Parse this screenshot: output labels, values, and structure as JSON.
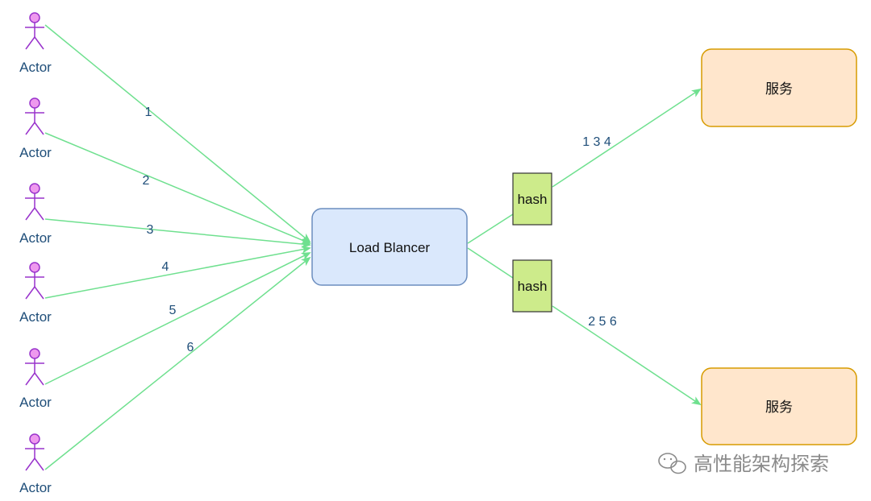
{
  "colors": {
    "edge": "#6fe08f",
    "actor_stroke": "#9933cc",
    "actor_head": "#ee99ee",
    "actor_text": "#1f4e79",
    "lb_fill": "#dae8fc",
    "lb_stroke": "#6c8ebf",
    "hash_fill": "#cdeb8b",
    "service_fill": "#ffe6cc",
    "service_stroke": "#d79b00"
  },
  "actors": [
    {
      "label": "Actor",
      "edge_label": "1"
    },
    {
      "label": "Actor",
      "edge_label": "2"
    },
    {
      "label": "Actor",
      "edge_label": "3"
    },
    {
      "label": "Actor",
      "edge_label": "4"
    },
    {
      "label": "Actor",
      "edge_label": "5"
    },
    {
      "label": "Actor",
      "edge_label": "6"
    }
  ],
  "load_balancer": {
    "label": "Load Blancer"
  },
  "hashes": [
    {
      "label": "hash",
      "route_label": "1 3 4"
    },
    {
      "label": "hash",
      "route_label": "2 5 6"
    }
  ],
  "services": [
    {
      "label": "服务"
    },
    {
      "label": "服务"
    }
  ],
  "watermark": {
    "text": "高性能架构探索",
    "icon": "wechat-icon"
  }
}
